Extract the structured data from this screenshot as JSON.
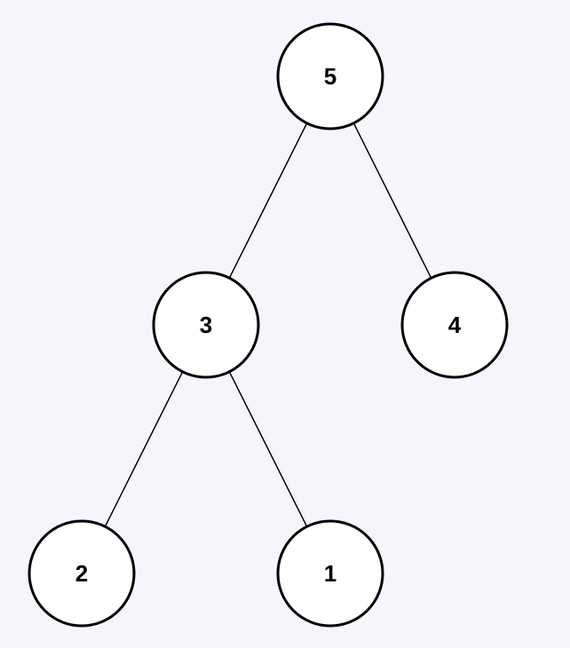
{
  "colors": {
    "background": "#f5f6fc",
    "node_fill": "#ffffff",
    "node_stroke": "#000000",
    "edge_stroke": "#000000",
    "label": "#000000"
  },
  "tree": {
    "nodes": [
      {
        "id": "n5",
        "label": "5"
      },
      {
        "id": "n3",
        "label": "3"
      },
      {
        "id": "n4",
        "label": "4"
      },
      {
        "id": "n2",
        "label": "2"
      },
      {
        "id": "n1",
        "label": "1"
      }
    ],
    "edges": [
      {
        "from": "n5",
        "to": "n3"
      },
      {
        "from": "n5",
        "to": "n4"
      },
      {
        "from": "n3",
        "to": "n2"
      },
      {
        "from": "n3",
        "to": "n1"
      }
    ]
  }
}
